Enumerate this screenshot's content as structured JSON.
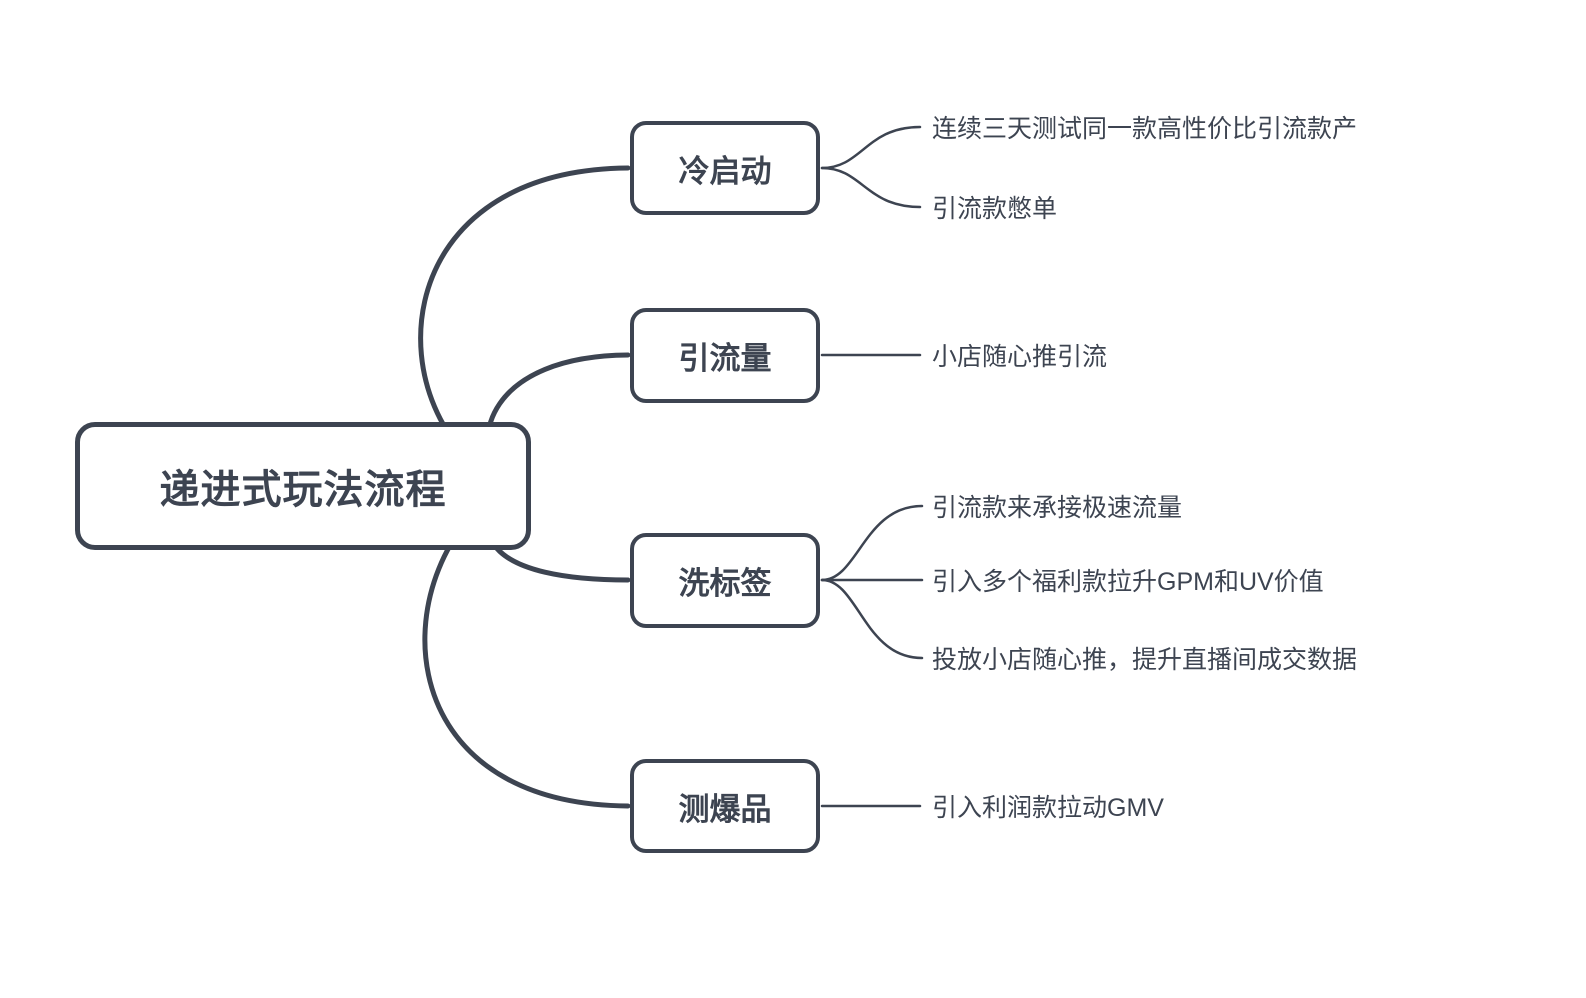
{
  "root": {
    "label": "递进式玩法流程"
  },
  "branches": [
    {
      "label": "冷启动",
      "leaves": [
        {
          "text": "连续三天测试同一款高性价比引流款产"
        },
        {
          "text": "引流款憋单"
        }
      ]
    },
    {
      "label": "引流量",
      "leaves": [
        {
          "text": "小店随心推引流"
        }
      ]
    },
    {
      "label": "洗标签",
      "leaves": [
        {
          "text": "引流款来承接极速流量"
        },
        {
          "text": "引入多个福利款拉升GPM和UV价值"
        },
        {
          "text": "投放小店随心推，提升直播间成交数据"
        }
      ]
    },
    {
      "label": "测爆品",
      "leaves": [
        {
          "text": "引入利润款拉动GMV"
        }
      ]
    }
  ],
  "colors": {
    "stroke": "#3d4451",
    "background": "#ffffff"
  }
}
